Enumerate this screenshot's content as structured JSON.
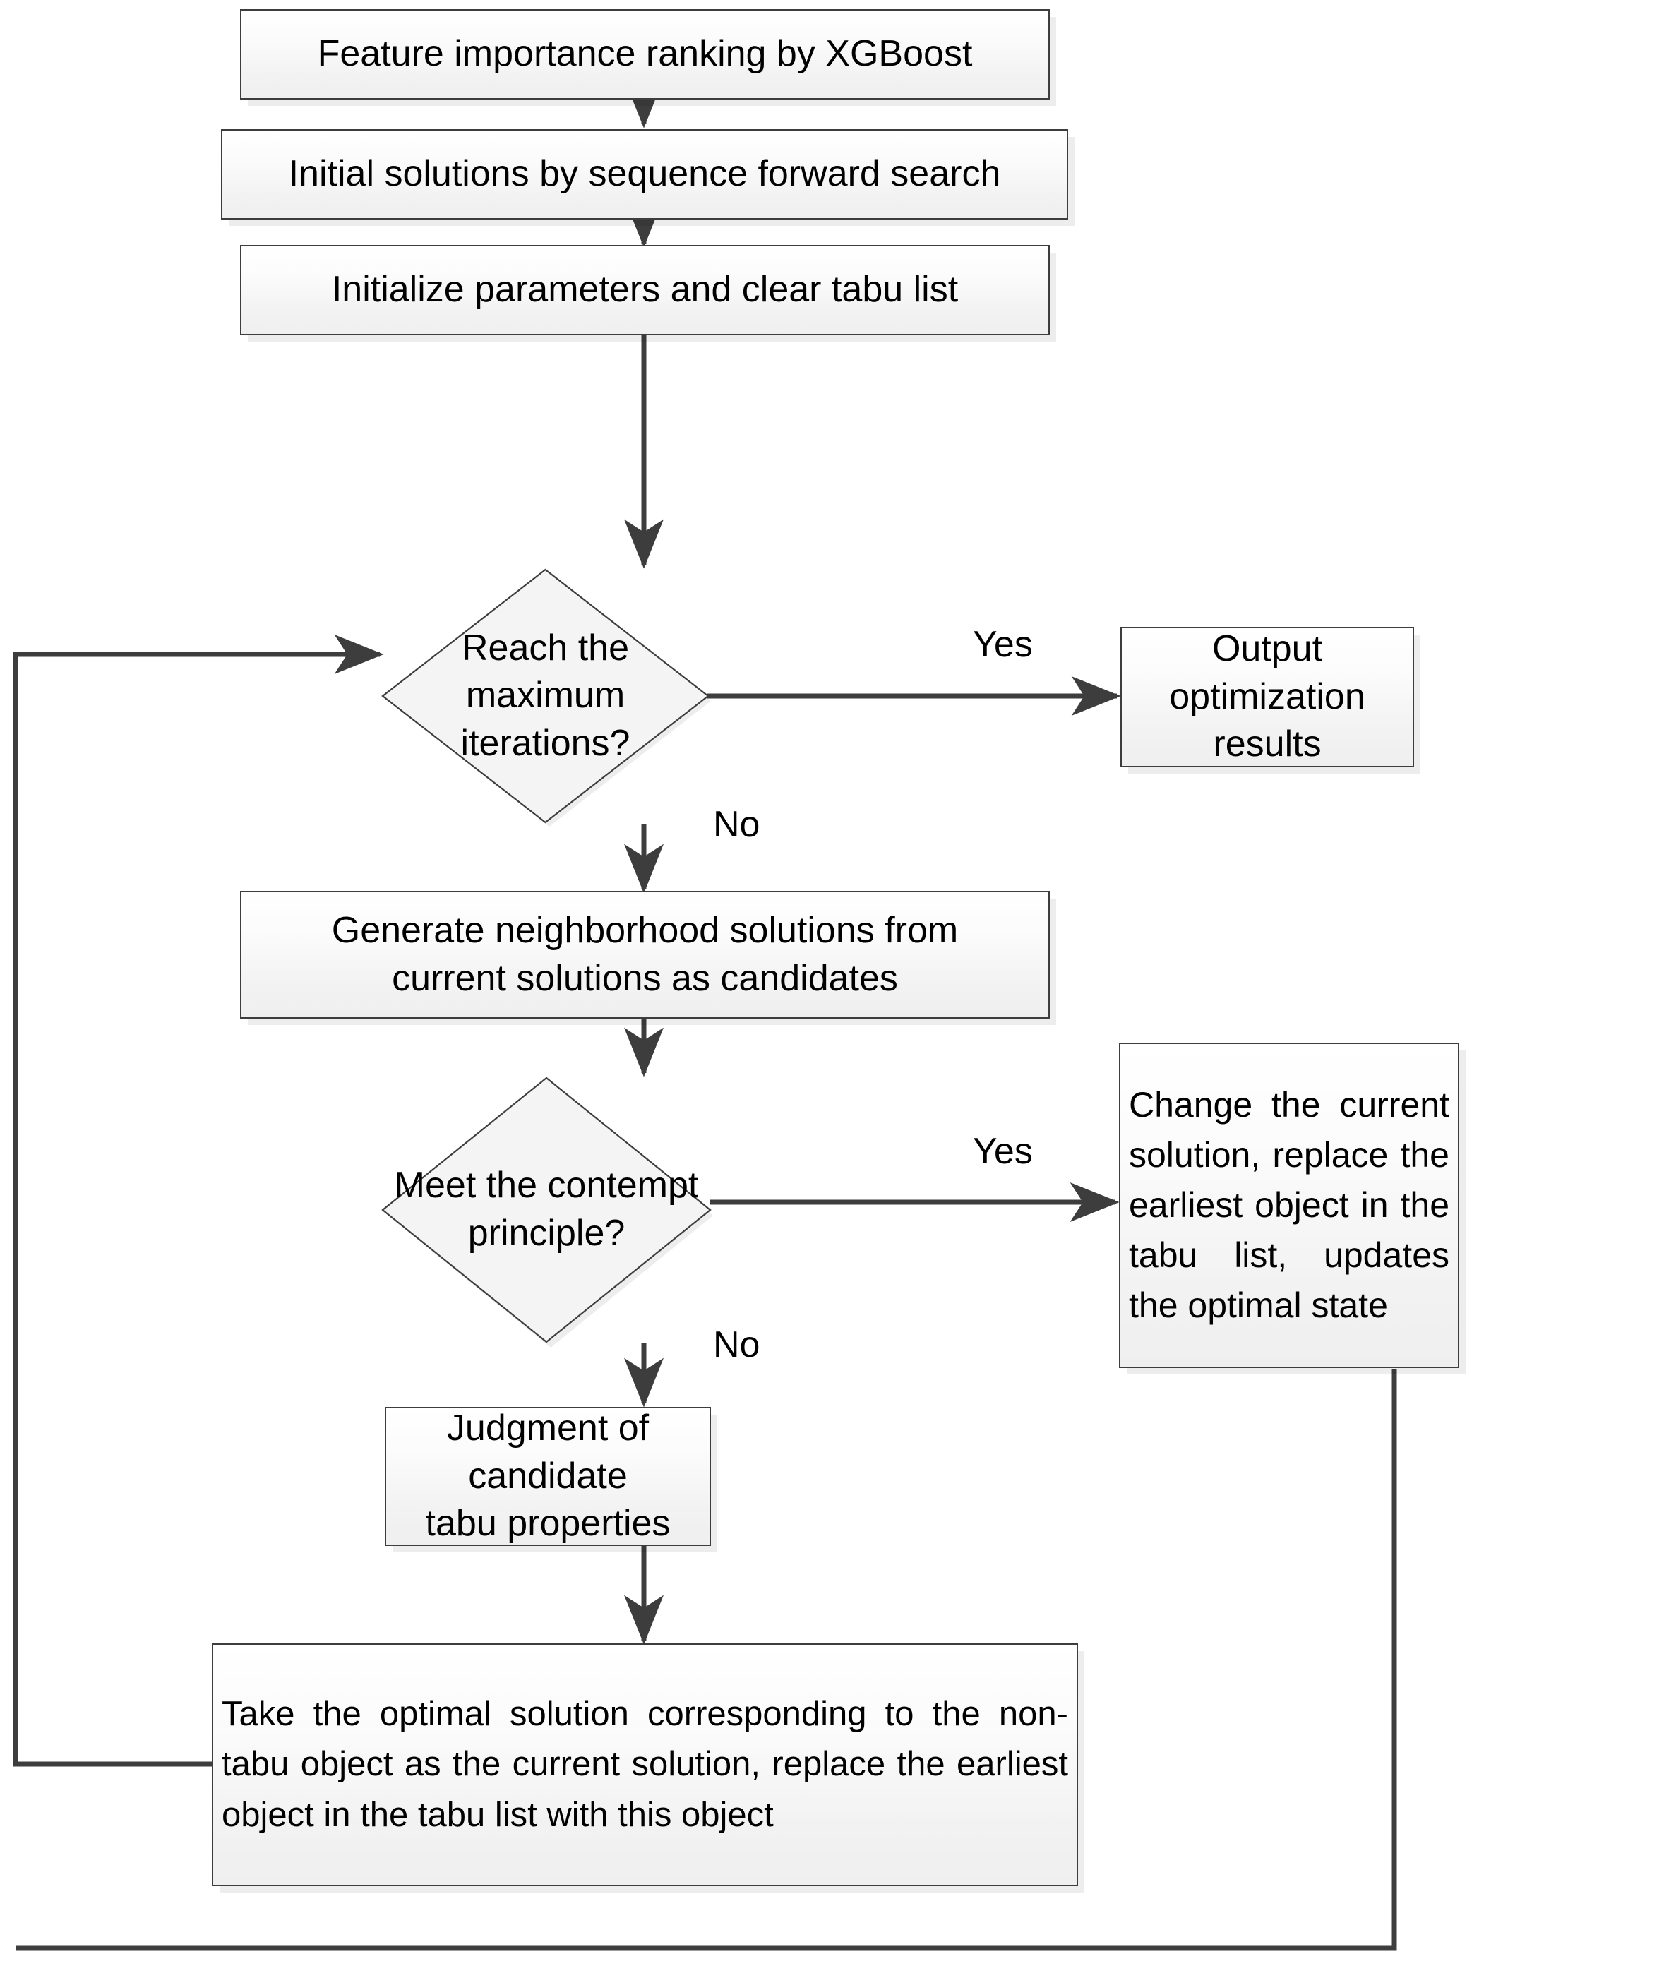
{
  "diagram": {
    "title": "Feature selection flowchart combining XGBoost ranking with tabu search",
    "colors": {
      "node_border": "#3d3d3d",
      "node_fill_top": "#ffffff",
      "node_fill_bottom": "#efefef",
      "connector": "#3d3d3d",
      "text": "#000000",
      "shadow": "rgba(0,0,0,0.07)"
    },
    "nodes": [
      {
        "id": "n1",
        "type": "process",
        "text": "Feature importance ranking by XGBoost"
      },
      {
        "id": "n2",
        "type": "process",
        "text": "Initial solutions by sequence forward search"
      },
      {
        "id": "n3",
        "type": "process",
        "text": "Initialize parameters and clear tabu list"
      },
      {
        "id": "d1",
        "type": "decision",
        "line1": "Reach the maximum",
        "line2": "iterations?"
      },
      {
        "id": "n4",
        "type": "process",
        "line1": "Output optimization",
        "line2": "results"
      },
      {
        "id": "n5",
        "type": "process",
        "line1": "Generate neighborhood solutions from",
        "line2": "current solutions as candidates"
      },
      {
        "id": "d2",
        "type": "decision",
        "line1": "Meet the contempt",
        "line2": "principle?"
      },
      {
        "id": "n6",
        "type": "process",
        "text": "Change the current solution, replace the earliest object in the tabu list, updates the optimal state"
      },
      {
        "id": "n7",
        "type": "process",
        "line1": "Judgment of candidate",
        "line2": "tabu properties"
      },
      {
        "id": "n8",
        "type": "process",
        "text": "Take the optimal solution corresponding to the non-tabu object as the current solution, replace the earliest object in the tabu list with this object"
      }
    ],
    "edge_labels": {
      "d1_yes": "Yes",
      "d1_no": "No",
      "d2_yes": "Yes",
      "d2_no": "No"
    }
  }
}
